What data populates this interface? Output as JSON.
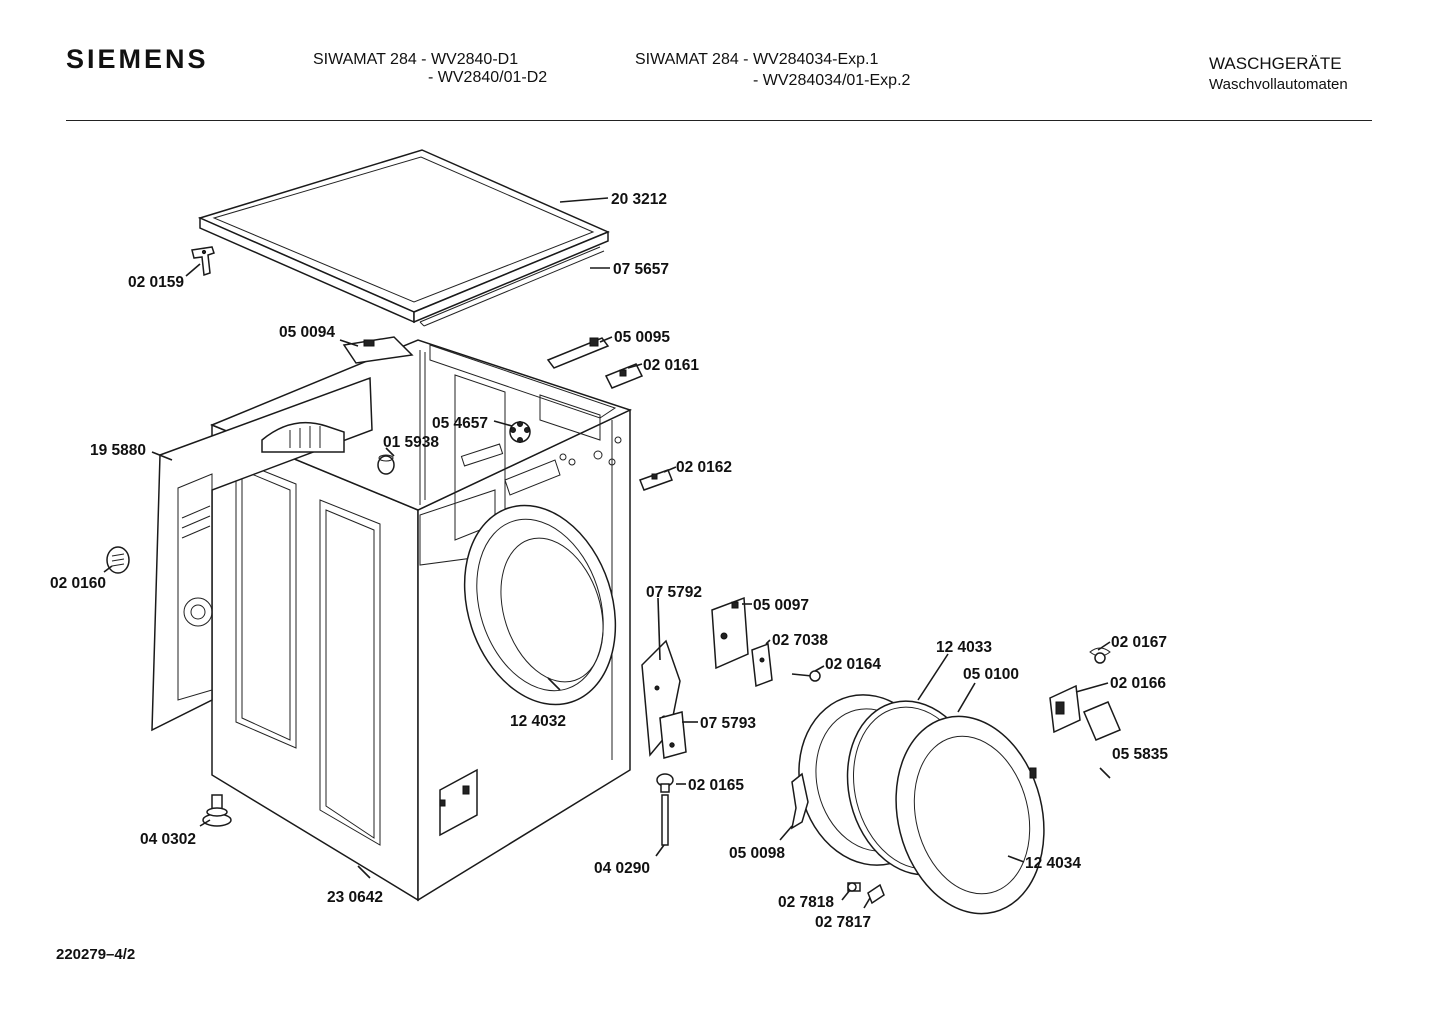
{
  "header": {
    "brand": "SIEMENS",
    "model_left_line1": "SIWAMAT 284 - WV2840-D1",
    "model_left_line2": "- WV2840/01-D2",
    "model_right_line1": "SIWAMAT 284 - WV284034-Exp.1",
    "model_right_line2": "- WV284034/01-Exp.2",
    "category": "WASCHGERÄTE",
    "subcategory": "Waschvollautomaten"
  },
  "footer": {
    "doc_number": "220279–4/2"
  },
  "parts": [
    {
      "id": "p203212",
      "label": "20 3212"
    },
    {
      "id": "p075657",
      "label": "07 5657"
    },
    {
      "id": "p020159",
      "label": "02 0159"
    },
    {
      "id": "p050094",
      "label": "05 0094"
    },
    {
      "id": "p050095",
      "label": "05 0095"
    },
    {
      "id": "p020161",
      "label": "02 0161"
    },
    {
      "id": "p054657",
      "label": "05 4657"
    },
    {
      "id": "p015938",
      "label": "01 5938"
    },
    {
      "id": "p195880",
      "label": "19 5880"
    },
    {
      "id": "p020162",
      "label": "02 0162"
    },
    {
      "id": "p020160",
      "label": "02 0160"
    },
    {
      "id": "p075792",
      "label": "07 5792"
    },
    {
      "id": "p050097",
      "label": "05 0097"
    },
    {
      "id": "p027038",
      "label": "02 7038"
    },
    {
      "id": "p020164",
      "label": "02 0164"
    },
    {
      "id": "p124033",
      "label": "12 4033"
    },
    {
      "id": "p020167",
      "label": "02 0167"
    },
    {
      "id": "p050100",
      "label": "05 0100"
    },
    {
      "id": "p020166",
      "label": "02 0166"
    },
    {
      "id": "p124032",
      "label": "12 4032"
    },
    {
      "id": "p075793",
      "label": "07 5793"
    },
    {
      "id": "p055835",
      "label": "05 5835"
    },
    {
      "id": "p020165",
      "label": "02 0165"
    },
    {
      "id": "p040302",
      "label": "04 0302"
    },
    {
      "id": "p050098",
      "label": "05 0098"
    },
    {
      "id": "p124034",
      "label": "12 4034"
    },
    {
      "id": "p040290",
      "label": "04 0290"
    },
    {
      "id": "p230642",
      "label": "23 0642"
    },
    {
      "id": "p027818",
      "label": "02 7818"
    },
    {
      "id": "p027817",
      "label": "02 7817"
    }
  ]
}
